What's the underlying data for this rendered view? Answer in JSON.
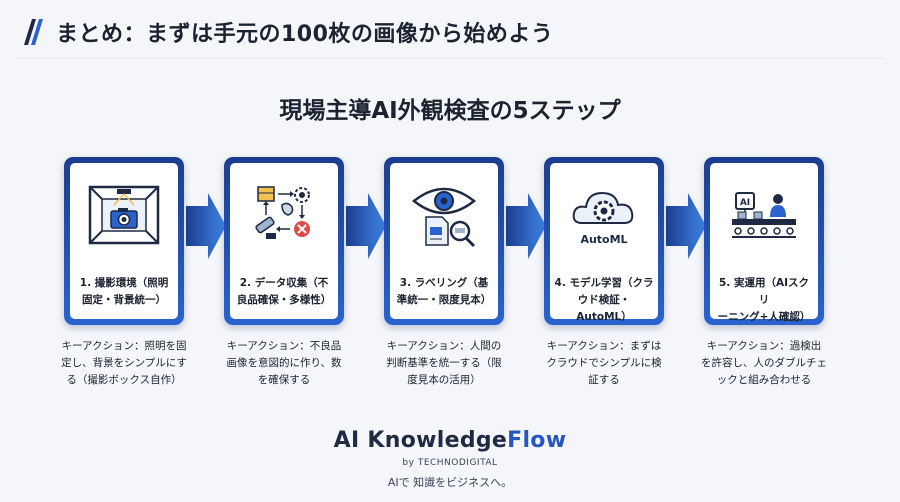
{
  "header": {
    "title": "まとめ：まずは手元の100枚の画像から始めよう"
  },
  "section_title": "現場主導AI外観検査の5ステップ",
  "steps": [
    {
      "label_line1": "1. 撮影環境（照明",
      "label_line2": "固定・背景統一）",
      "icon": "camera-box-icon",
      "action_line1": "キーアクション：照明を固",
      "action_line2": "定し、背景をシンプルにす",
      "action_line3": "る（撮影ボックス自作）"
    },
    {
      "label_line1": "2. データ収集（不",
      "label_line2": "良品確保・多様性）",
      "icon": "data-cycle-icon",
      "action_line1": "キーアクション：不良品",
      "action_line2": "画像を意図的に作り、数",
      "action_line3": "を確保する"
    },
    {
      "label_line1": "3. ラベリング（基",
      "label_line2": "準統一・限度見本）",
      "icon": "eye-document-icon",
      "action_line1": "キーアクション：人間の",
      "action_line2": "判断基準を統一する（限",
      "action_line3": "度見本の活用）"
    },
    {
      "label_line1": "4. モデル学習（クラ",
      "label_line2": "ウド検証・AutoML）",
      "icon": "cloud-gear-icon",
      "icon_text": "AutoML",
      "action_line1": "キーアクション：まずは",
      "action_line2": "クラウドでシンプルに検",
      "action_line3": "証する"
    },
    {
      "label_line1": "5. 実運用（AIスクリ",
      "label_line2": "ーニング+人確認）",
      "icon": "ai-inspection-line-icon",
      "icon_text": "AI",
      "action_line1": "キーアクション：過検出",
      "action_line2": "を許容し、人のダブルチェ",
      "action_line3": "ックと組み合わせる"
    }
  ],
  "footer": {
    "brand_part1": "AI Knowledge",
    "brand_part2": "Flow",
    "by_line": "by TECHNODIGITAL",
    "tagline": "AIで 知識をビジネスへ。"
  },
  "colors": {
    "card_dark": "#1c3d8f",
    "card_light": "#2a63cf",
    "accent_red": "#e04848"
  }
}
